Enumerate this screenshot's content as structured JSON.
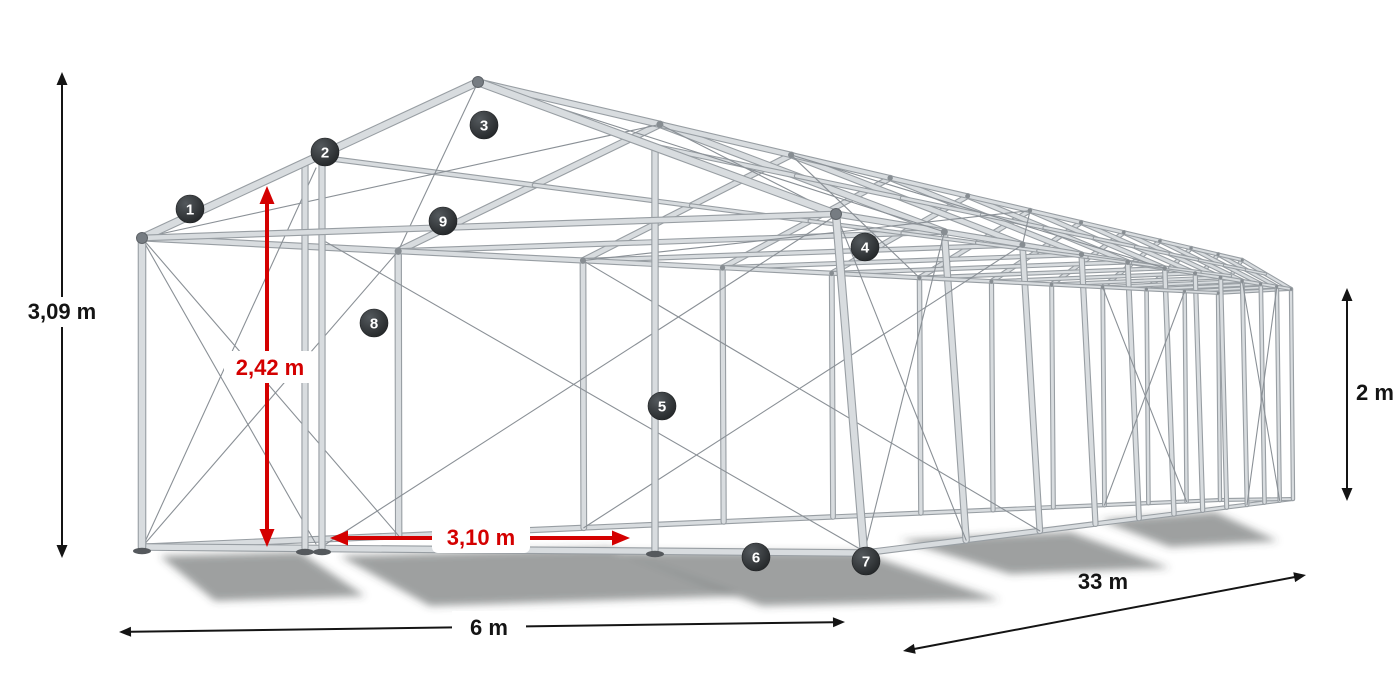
{
  "diagram": {
    "badges": [
      "1",
      "2",
      "3",
      "4",
      "5",
      "6",
      "7",
      "8",
      "9"
    ],
    "dimensions": {
      "total_height": "3,09 m",
      "clearance_height": "2,42 m",
      "entrance_width": "3,10 m",
      "width": "6 m",
      "length": "33 m",
      "side_height": "2 m"
    },
    "colors": {
      "ink": "#141414",
      "highlight_red": "#d40000",
      "frame_light": "#d8dcdf",
      "frame_dark": "#989ea3",
      "cable": "#8a9096",
      "badge_dark": "#212426"
    }
  }
}
